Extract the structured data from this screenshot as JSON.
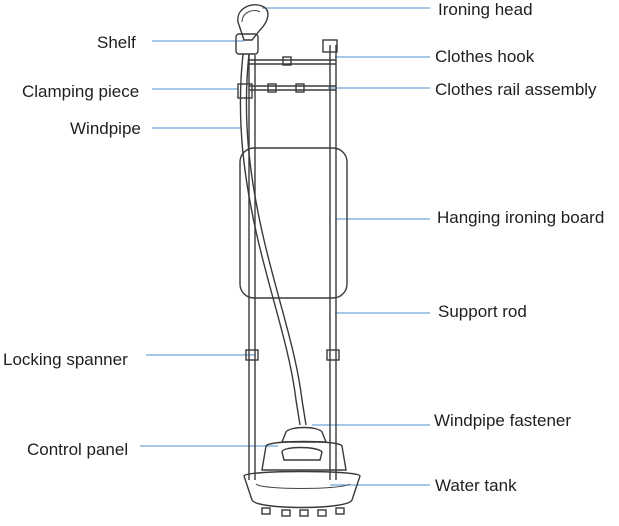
{
  "labels": {
    "ironing_head": "Ironing head",
    "shelf": "Shelf",
    "clothes_hook": "Clothes hook",
    "clamping_piece": "Clamping piece",
    "clothes_rail_assembly": "Clothes rail assembly",
    "windpipe": "Windpipe",
    "hanging_ironing_board": "Hanging ironing board",
    "support_rod": "Support rod",
    "locking_spanner": "Locking spanner",
    "windpipe_fastener": "Windpipe fastener",
    "control_panel": "Control panel",
    "water_tank": "Water tank"
  },
  "colors": {
    "leader_line": "#4a8fd0",
    "outline": "#3a3a3a"
  }
}
